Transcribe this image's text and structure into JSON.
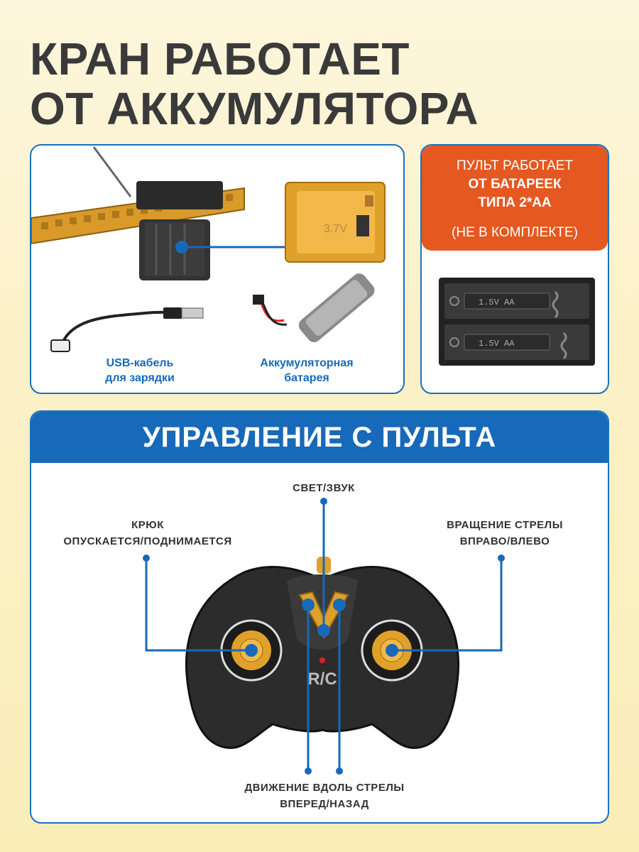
{
  "title": {
    "line1": "КРАН РАБОТАЕТ",
    "line2": "ОТ АККУМУЛЯТОРА"
  },
  "battery_card": {
    "pack_label": "3.7V",
    "usb_caption_1": "USB-кабель",
    "usb_caption_2": "для зарядки",
    "battery_caption_1": "Аккумуляторная",
    "battery_caption_2": "батарея"
  },
  "remote_battery_card": {
    "line1": "ПУЛЬТ РАБОТАЕТ",
    "line2": "ОТ БАТАРЕЕК",
    "line3": "ТИПА 2*АА",
    "note": "(НЕ В КОМПЛЕКТЕ)",
    "cell_label_1": "1.5V AA",
    "cell_label_2": "1.5V AA"
  },
  "control_card": {
    "header": "УПРАВЛЕНИЕ С ПУЛЬТА",
    "label_light": "СВЕТ/ЗВУК",
    "label_hook_1": "КРЮК",
    "label_hook_2": "ОПУСКАЕТСЯ/ПОДНИМАЕТСЯ",
    "label_rotate_1": "ВРАЩЕНИЕ СТРЕЛЫ",
    "label_rotate_2": "ВПРАВО/ВЛЕВО",
    "label_move_1": "ДВИЖЕНИЕ ВДОЛЬ СТРЕЛЫ",
    "label_move_2": "ВПЕРЕД/НАЗАД",
    "remote_logo": "R/C"
  },
  "colors": {
    "accent_blue": "#1769b9",
    "accent_orange": "#e5581f",
    "crane_yellow": "#e0a12a",
    "title_gray": "#3a3a3a"
  }
}
